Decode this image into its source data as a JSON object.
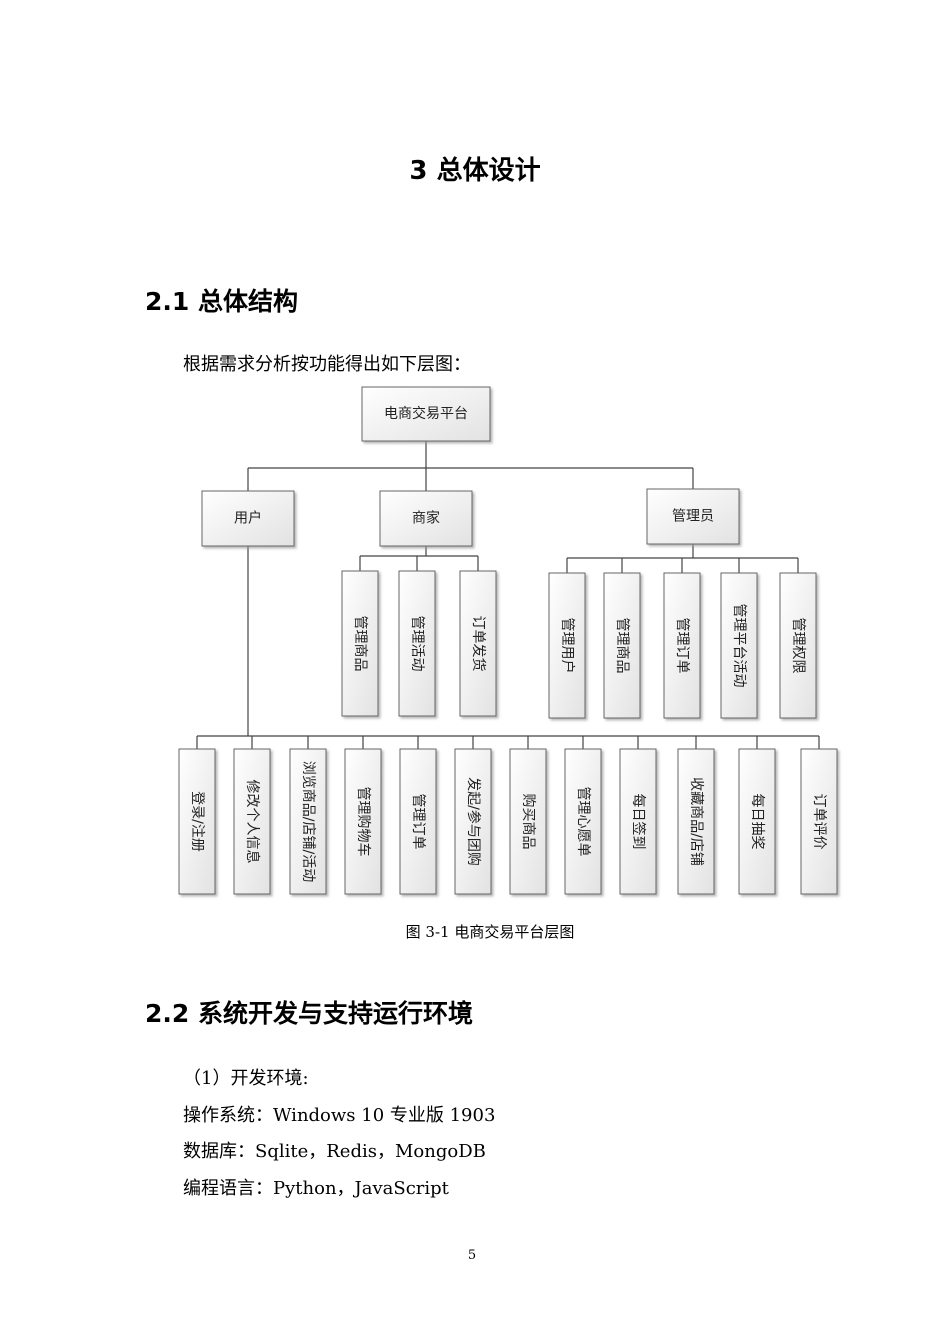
{
  "chapter": {
    "title": "3 总体设计"
  },
  "section_1": {
    "title": "2.1 总体结构",
    "intro": "根据需求分析按功能得出如下层图："
  },
  "diagram": {
    "root": "电商交易平台",
    "level1": [
      "用户",
      "商家",
      "管理员"
    ],
    "merchant_children": [
      "管理商品",
      "管理活动",
      "订单发货"
    ],
    "admin_children": [
      "管理用户",
      "管理商品",
      "管理订单",
      "管理平台活动",
      "管理权限"
    ],
    "user_children": [
      "登录/注册",
      "修改个人信息",
      "浏览商品/店铺/活动",
      "管理购物车",
      "管理订单",
      "发起/参与团购",
      "购买商品",
      "管理心愿单",
      "每日签到",
      "收藏商品/店铺",
      "每日抽奖",
      "订单评价"
    ],
    "caption": "图 3-1 电商交易平台层图"
  },
  "section_2": {
    "title": "2.2 系统开发与支持运行环境",
    "dev_env": "（1）开发环境:",
    "os": "操作系统：Windows 10 专业版 1903",
    "db": "数据库：Sqlite，Redis，MongoDB",
    "lang": "编程语言：Python，JavaScript"
  },
  "page_number": "5"
}
